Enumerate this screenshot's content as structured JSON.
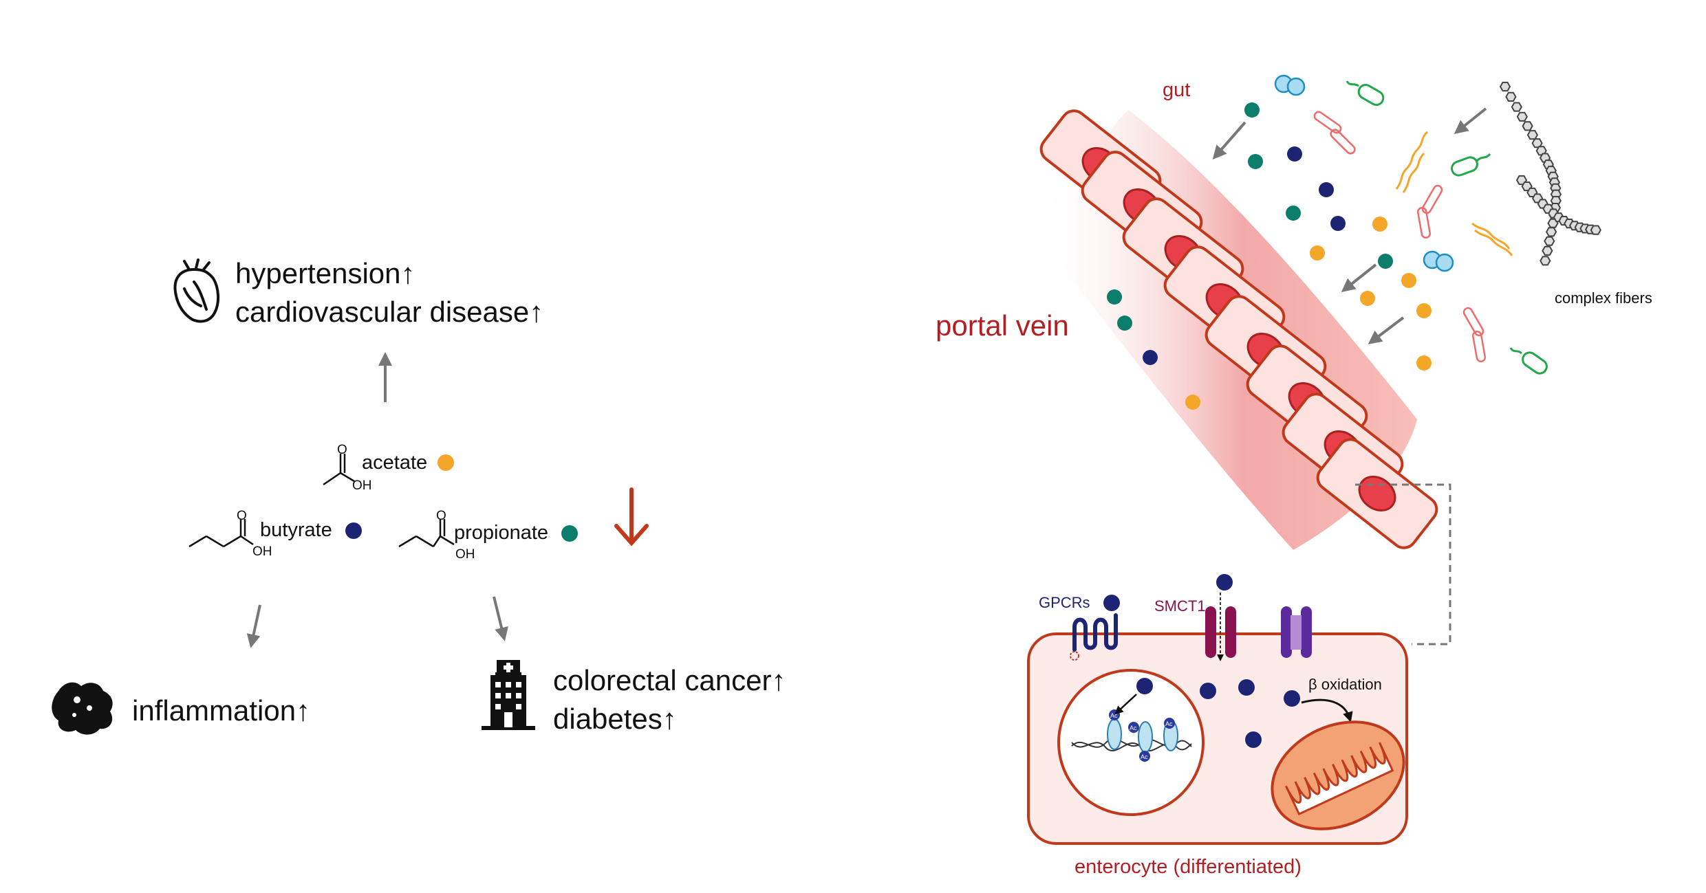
{
  "left_panel": {
    "heart_group": {
      "line1": "hypertension↑",
      "line2": "cardiovascular disease↑"
    },
    "molecules": {
      "acetate": "acetate",
      "butyrate": "butyrate",
      "propionate": "propionate",
      "oh": "OH",
      "o": "O"
    },
    "inflammation": "inflammation↑",
    "hospital_group": {
      "line1": "colorectal cancer↑",
      "line2": "diabetes↑"
    }
  },
  "right_panel": {
    "gut": "gut",
    "portal_vein": "portal vein",
    "complex_fibers": "complex fibers",
    "gpcrs": "GPCRs",
    "smct1": "SMCT1",
    "beta_oxidation": "β oxidation",
    "enterocyte": "enterocyte (differentiated)",
    "ac": "Ac"
  },
  "colors": {
    "acetate": "#f4a628",
    "butyrate": "#1c2473",
    "propionate": "#0b7d6a",
    "arrow_down": "#c0391b",
    "cell_outline": "#c0391b",
    "nucleus": "#e8404a",
    "label_red": "#b41e23",
    "smct1": "#8a1150",
    "transporter": "#5b2a9b"
  }
}
